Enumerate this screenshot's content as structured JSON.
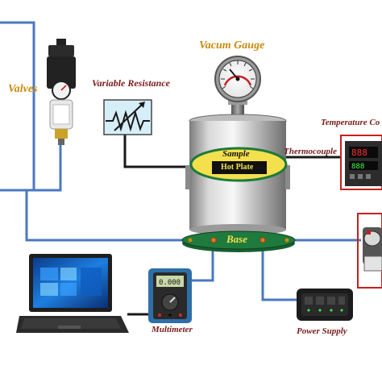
{
  "labels": {
    "valves": "Valves",
    "vacuum_gauge": "Vacum Gauge",
    "variable_resistance": "Variable Resistance",
    "temperature_controller": "Temperature Co",
    "thermocouple": "Thermocouple",
    "sample": "Sample",
    "hot_plate": "Hot Plate",
    "base": "Base",
    "multimeter": "Multimeter",
    "power_supply": "Power Supply"
  },
  "colors": {
    "pipe_blue": "#4a78c2",
    "wire_black": "#1a1a1a",
    "wire_red": "#d22a2a",
    "base_green": "#1f7a3e",
    "sample_yellow": "#f4e04d",
    "label_gold": "#c98a0a",
    "label_darkred": "#7a1a1a",
    "highlight_red": "#c91e1e"
  }
}
